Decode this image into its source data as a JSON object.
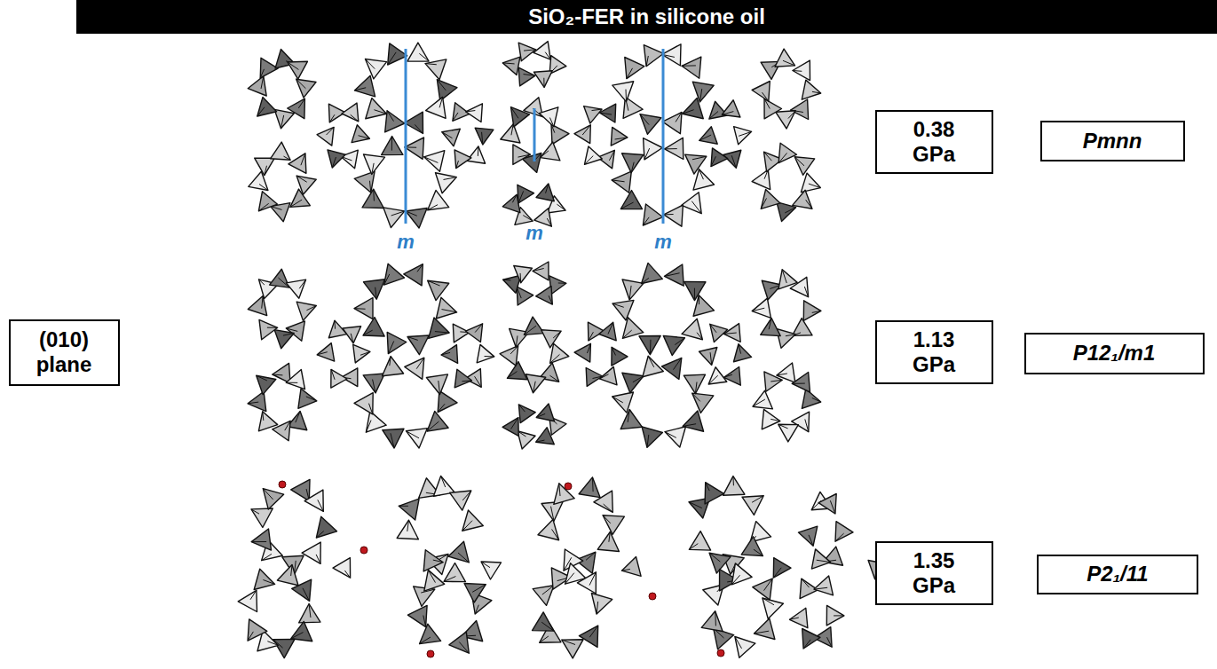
{
  "diagram": {
    "title": "SiO₂-FER in silicone oil",
    "nodes": [
      {
        "text": [
          "(010) plane"
        ]
      },
      {
        "text": [
          "0.38 GPa"
        ]
      },
      {
        "text": [
          "Pmnn"
        ]
      },
      {
        "text": [
          "1.13 GPa"
        ]
      },
      {
        "text": [
          "P12₁/m1"
        ]
      },
      {
        "text": [
          "1.35 GPa"
        ]
      },
      {
        "text": [
          "P2₁/11"
        ]
      }
    ],
    "labels": [
      "m",
      "m",
      "m"
    ]
  }
}
